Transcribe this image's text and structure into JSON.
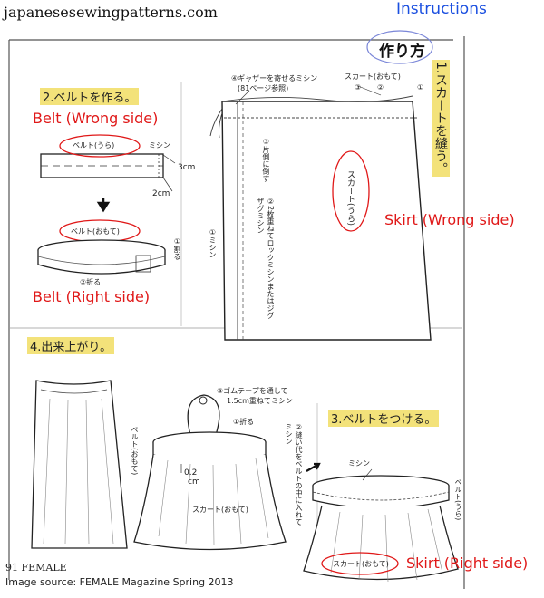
{
  "header": {
    "site": "japanesesewingpatterns.com",
    "instructions_label": "Instructions",
    "method_title": "作り方"
  },
  "step1": {
    "title": "1.スカートを縫う。"
  },
  "step2": {
    "title": "2.ベルトを作る。",
    "belt_wrong_label": "Belt (Wrong side)",
    "belt_ura": "ベルト(うら)",
    "mishin": "ミシン",
    "dim_3cm": "3cm",
    "dim_2cm": "2cm",
    "belt_omote": "ベルト(おもて)",
    "split": "①割る",
    "fold": "②折る",
    "belt_right_label": "Belt (Right side)"
  },
  "skirt_panel": {
    "gather_note": "④ギャザーを寄せるミシン",
    "gather_ref": "(81ページ参照)",
    "skirt_omote": "スカート(おもて)",
    "n1": "①",
    "n2": "②",
    "n3": "③",
    "press_side": "③片側に倒す",
    "overlock": "②2枚重ねてロックミシンまたはジグザグミシン",
    "mishin1": "①ミシン",
    "skirt_ura": "スカート(うら)",
    "skirt_wrong_label": "Skirt (Wrong side)"
  },
  "step3": {
    "title": "3.ベルトをつける。",
    "mishin": "ミシン",
    "belt_ura": "ベルト(うら)",
    "skirt_omote": "スカート(おもて)",
    "skirt_right_label": "Skirt (Right side)"
  },
  "step4": {
    "title": "4.出来上がり。",
    "elastic1": "③ゴムテープを通して",
    "elastic2": "1.5cm重ねてミシン",
    "fold": "①折る",
    "seam": "②縫い代をベルトの中に入れてミシン",
    "belt_omote": "ベルト(おもて)",
    "dim_02": "0.2",
    "dim_cm": "cm",
    "skirt_omote": "スカート(おもて)"
  },
  "footer": {
    "page": "91 FEMALE",
    "source": "Image source: FEMALE Magazine Spring 2013"
  }
}
